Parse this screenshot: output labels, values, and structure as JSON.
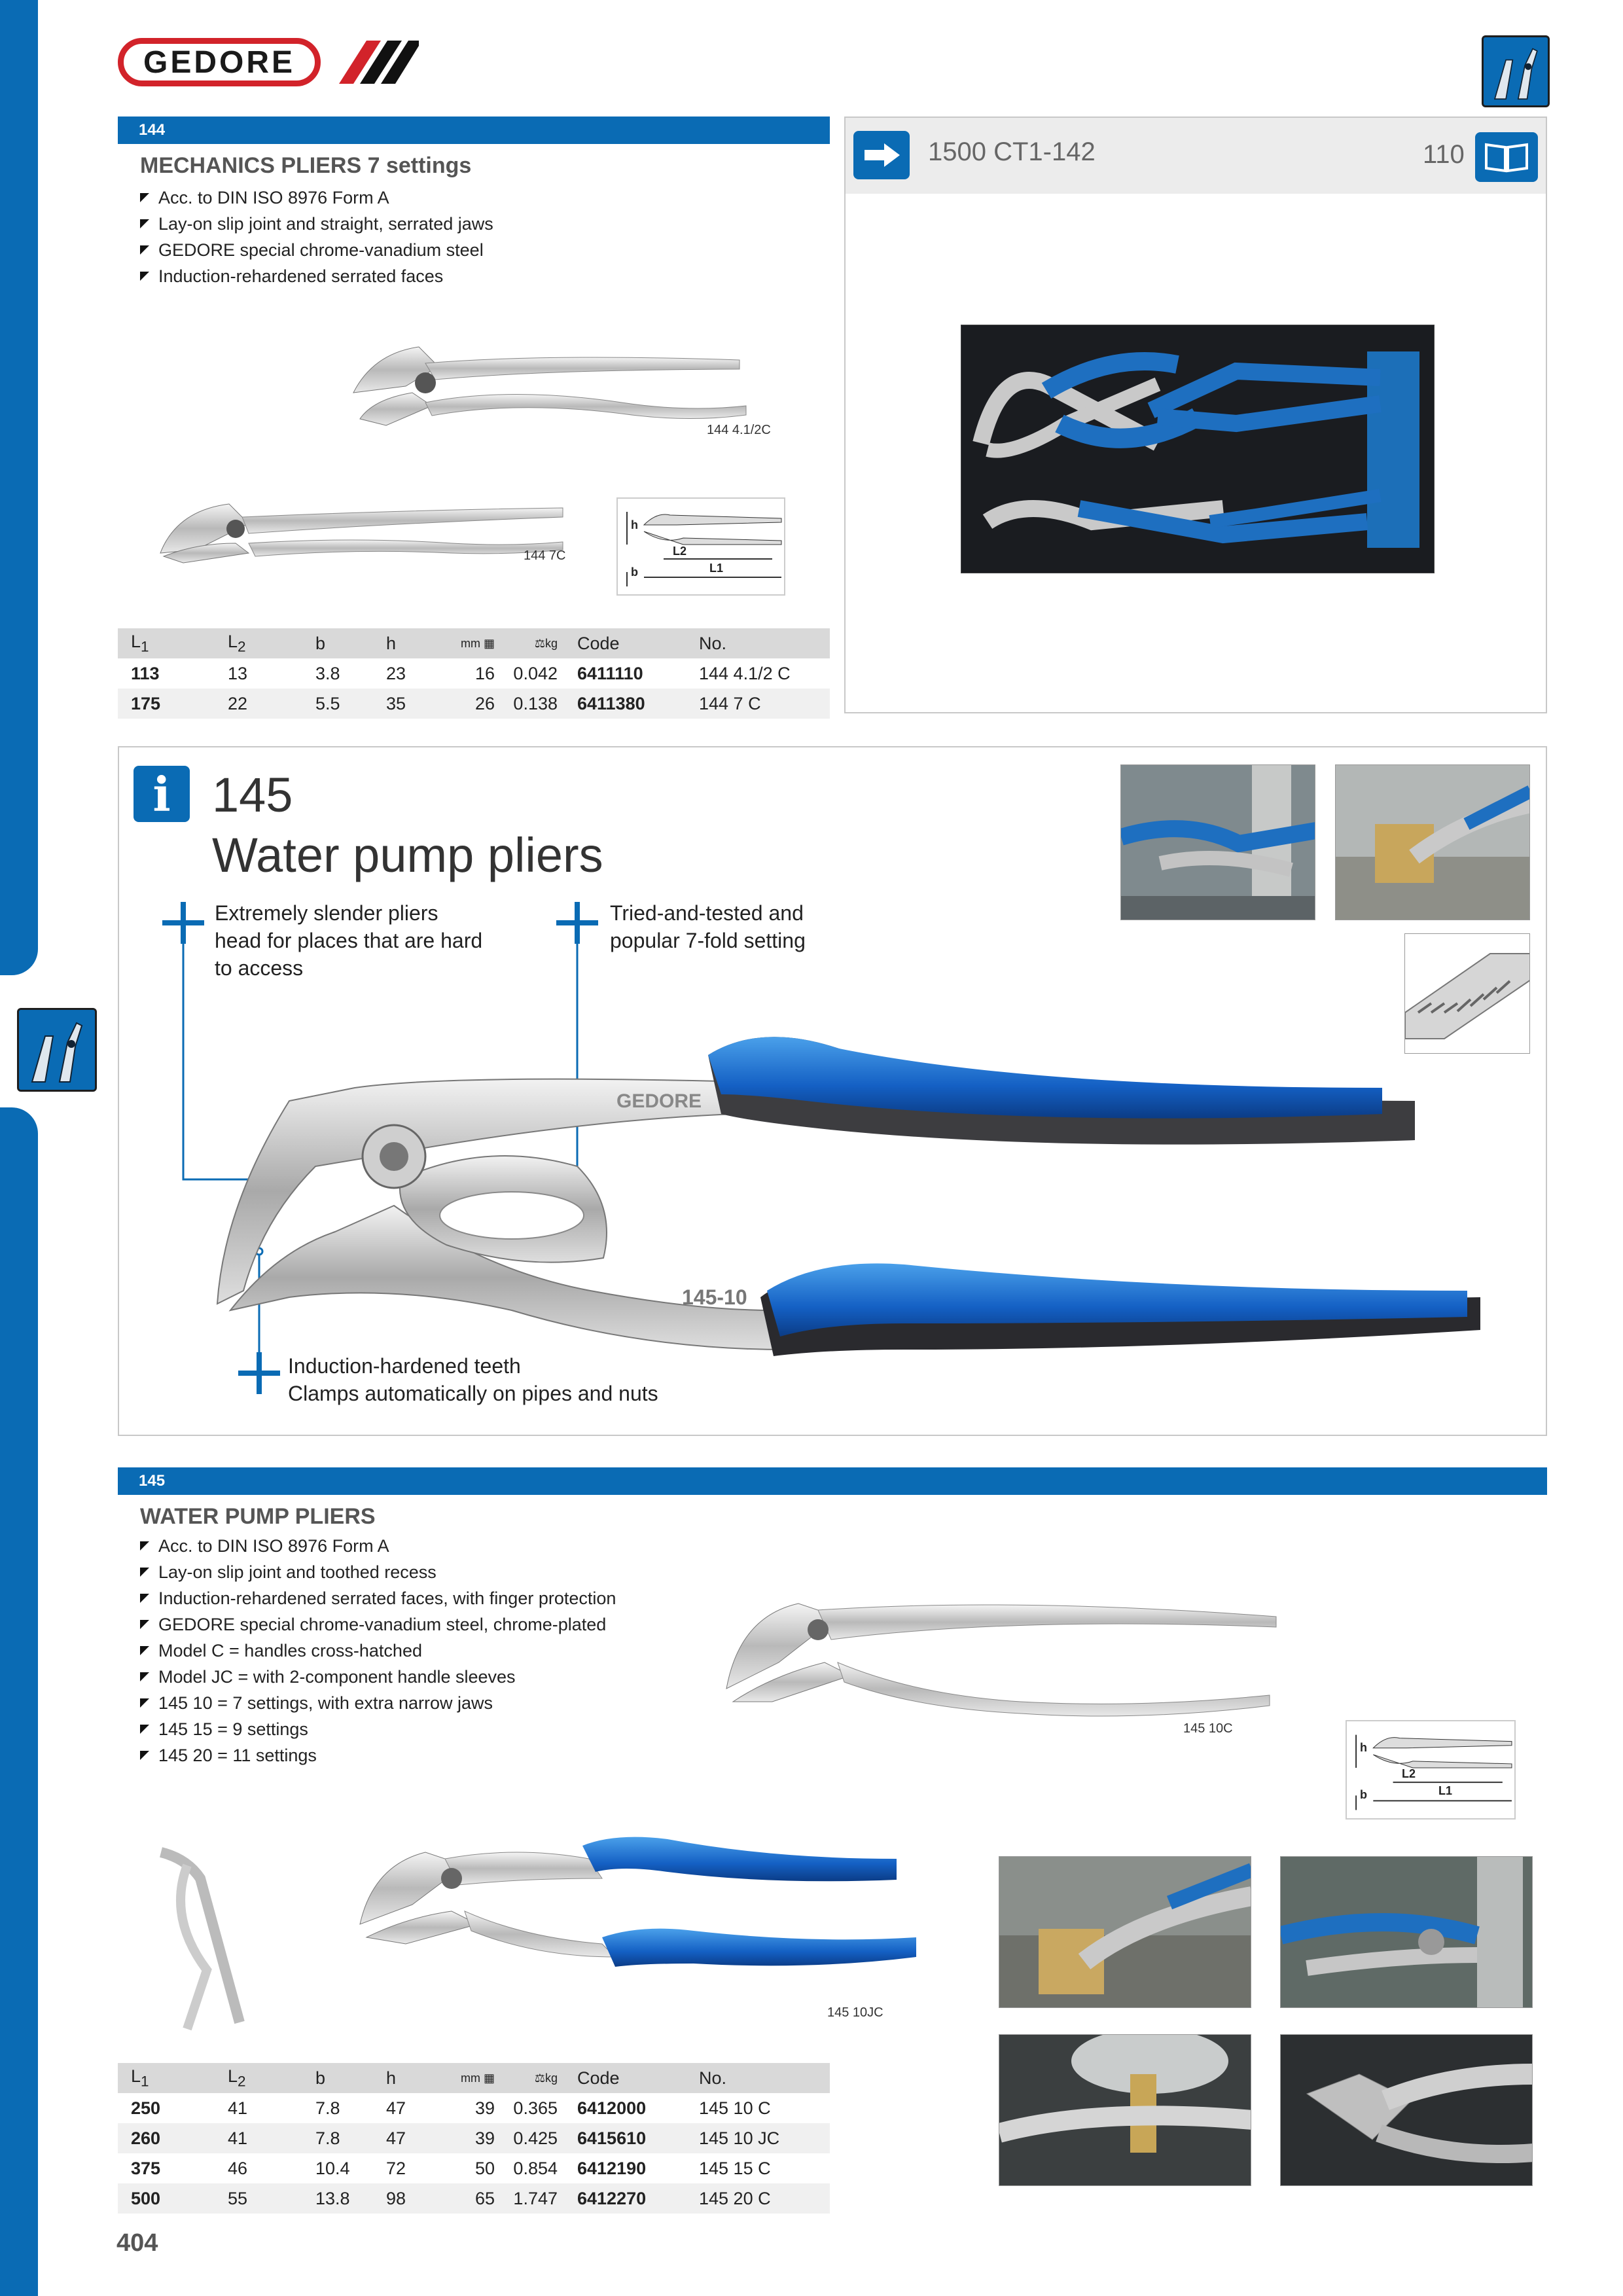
{
  "brand": {
    "name": "GEDORE",
    "colors": {
      "brand_red": "#d2232a",
      "brand_blue": "#0a6bb4"
    }
  },
  "category_icon": "pliers-category-icon",
  "sec144": {
    "number": "144",
    "title": "MECHANICS PLIERS 7 settings",
    "features": [
      "Acc. to DIN ISO 8976 Form A",
      "Lay-on slip joint and straight, serrated jaws",
      "GEDORE special chrome-vanadium steel",
      "Induction-rehardened serrated faces"
    ],
    "caption_a": "144 4.1/2C",
    "caption_b": "144 7C",
    "diagram": {
      "h": "h",
      "b": "b",
      "l1": "L1",
      "l2": "L2"
    },
    "table": {
      "headers": [
        "L1",
        "L2",
        "b",
        "h",
        "mm",
        "kg",
        "Code",
        "No."
      ],
      "rows": [
        [
          "113",
          "13",
          "3.8",
          "23",
          "16",
          "0.042",
          "6411110",
          "144 4.1/2 C"
        ],
        [
          "175",
          "22",
          "5.5",
          "35",
          "26",
          "0.138",
          "6411380",
          "144 7 C"
        ]
      ]
    }
  },
  "crossref": {
    "label": "1500 CT1-142",
    "page": "110"
  },
  "feature145": {
    "number": "145",
    "title": "Water pump pliers",
    "callout_slender": [
      "Extremely slender pliers",
      "head for places that are hard",
      "to access"
    ],
    "callout_tested": [
      "Tried-and-tested and",
      "popular 7-fold setting"
    ],
    "callout_teeth": [
      "Induction-hardened teeth",
      "Clamps automatically on pipes and nuts"
    ],
    "pliers_marking": "145-10"
  },
  "sec145": {
    "number": "145",
    "title": "WATER PUMP PLIERS",
    "features": [
      "Acc. to DIN ISO 8976 Form A",
      "Lay-on slip joint and toothed recess",
      "Induction-rehardened serrated faces, with finger protection",
      "GEDORE special chrome-vanadium steel, chrome-plated",
      "Model C = handles cross-hatched",
      "Model JC = with 2-component handle sleeves",
      "145 10 = 7 settings, with extra narrow jaws",
      "145 15 = 9 settings",
      "145 20 = 11 settings"
    ],
    "caption_a": "145 10C",
    "caption_b": "145 10JC",
    "diagram": {
      "h": "h",
      "b": "b",
      "l1": "L1",
      "l2": "L2"
    },
    "table": {
      "headers": [
        "L1",
        "L2",
        "b",
        "h",
        "mm",
        "kg",
        "Code",
        "No."
      ],
      "rows": [
        [
          "250",
          "41",
          "7.8",
          "47",
          "39",
          "0.365",
          "6412000",
          "145 10 C"
        ],
        [
          "260",
          "41",
          "7.8",
          "47",
          "39",
          "0.425",
          "6415610",
          "145 10 JC"
        ],
        [
          "375",
          "46",
          "10.4",
          "72",
          "50",
          "0.854",
          "6412190",
          "145 15 C"
        ],
        [
          "500",
          "55",
          "13.8",
          "98",
          "65",
          "1.747",
          "6412270",
          "145 20 C"
        ]
      ]
    }
  },
  "page_number": "404"
}
